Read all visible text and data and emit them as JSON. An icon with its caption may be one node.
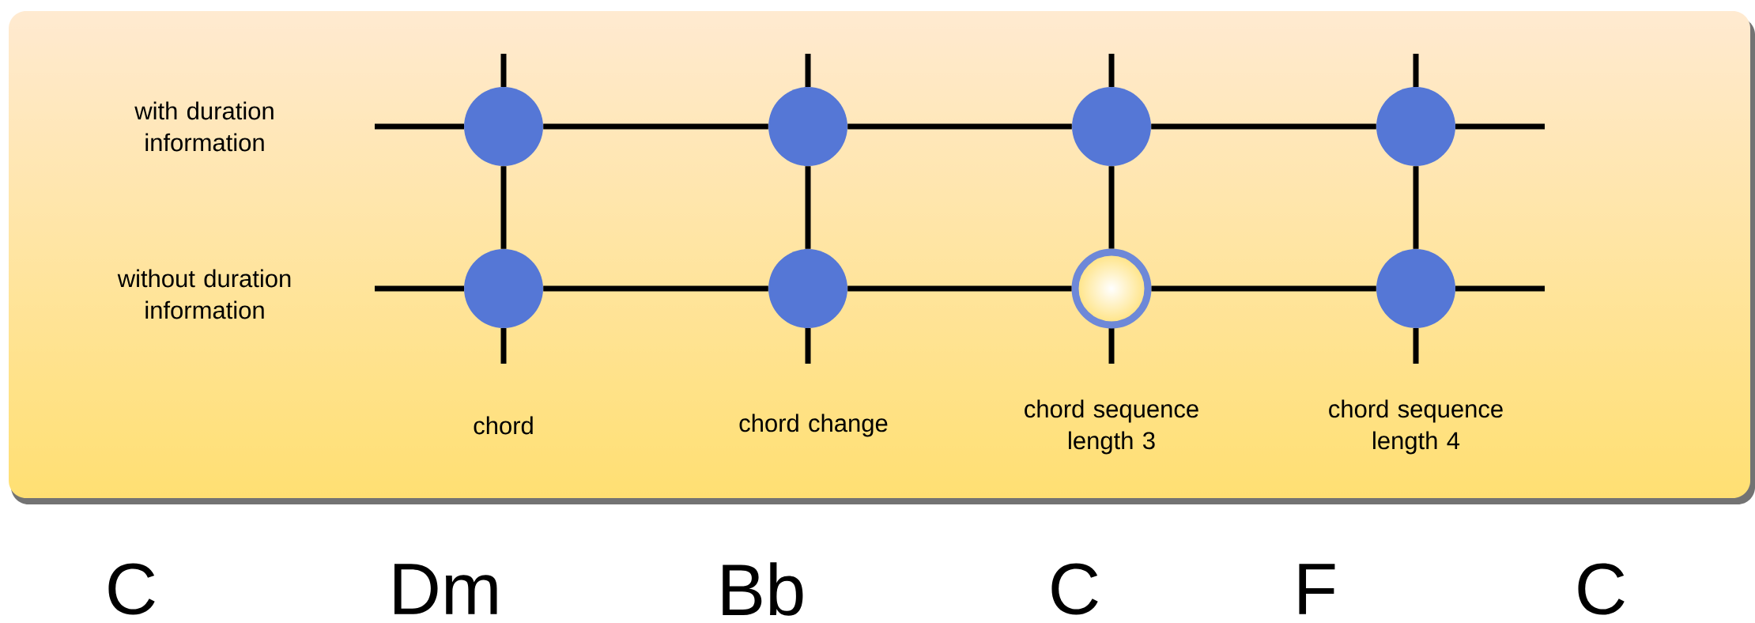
{
  "diagram": {
    "nodes": [
      {
        "text": [],
        "shape": "circle"
      },
      {
        "text": [],
        "shape": "circle"
      },
      {
        "text": [],
        "shape": "circle"
      },
      {
        "text": [],
        "shape": "circle"
      },
      {
        "text": [],
        "shape": "circle"
      },
      {
        "text": [],
        "shape": "circle"
      },
      {
        "text": [],
        "shape": "circle"
      },
      {
        "text": [],
        "shape": "circle"
      }
    ],
    "edges": [
      {
        "from": 0,
        "to": 1,
        "arrow": "none"
      },
      {
        "from": 1,
        "to": 2,
        "arrow": "none"
      },
      {
        "from": 2,
        "to": 3,
        "arrow": "none"
      },
      {
        "from": 4,
        "to": 5,
        "arrow": "none"
      },
      {
        "from": 5,
        "to": 6,
        "arrow": "none"
      },
      {
        "from": 6,
        "to": 7,
        "arrow": "none"
      },
      {
        "from": 0,
        "to": 4,
        "arrow": "none"
      },
      {
        "from": 1,
        "to": 5,
        "arrow": "none"
      },
      {
        "from": 2,
        "to": 6,
        "arrow": "none"
      },
      {
        "from": 3,
        "to": 7,
        "arrow": "none"
      }
    ],
    "labels": [
      "with duration information",
      "without duration information",
      "chord",
      "chord change",
      "chord sequence length 3",
      "chord sequence length 4",
      "C",
      "Dm",
      "Bb",
      "C",
      "F",
      "C"
    ]
  }
}
